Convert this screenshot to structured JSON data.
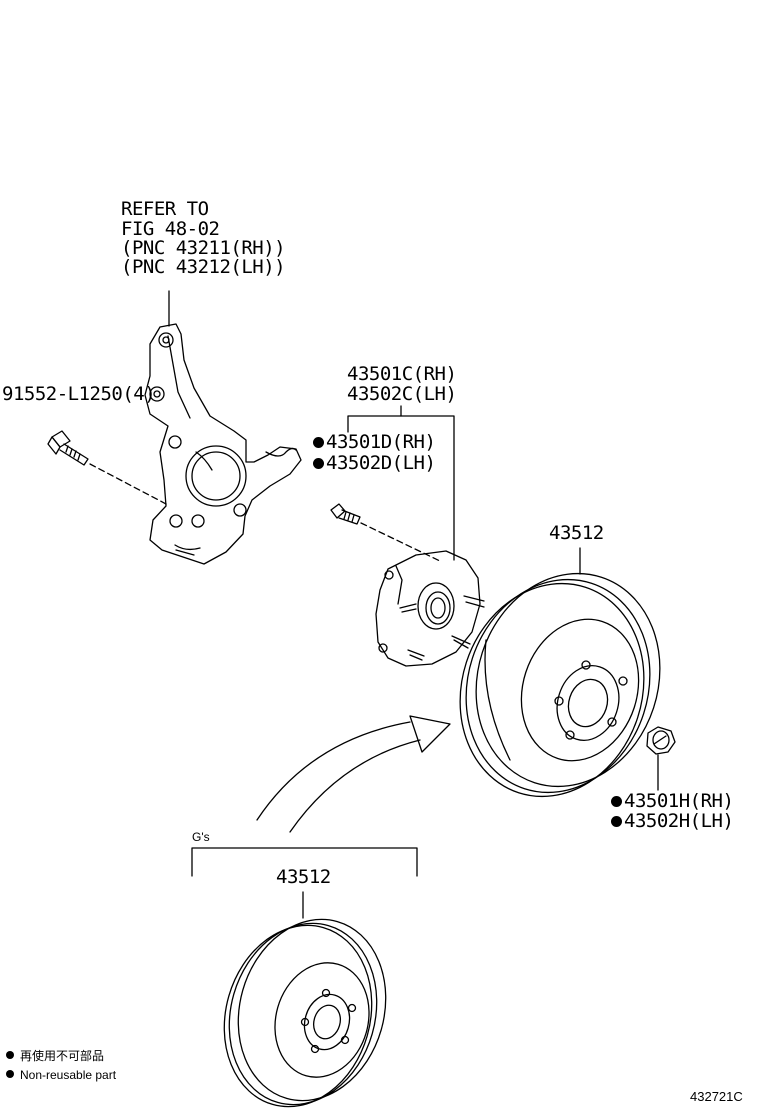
{
  "refer": {
    "line1": "REFER TO",
    "line2": "FIG 48-02",
    "line3": "(PNC 43211(RH))",
    "line4": "(PNC 43212(LH))"
  },
  "bolt_part": "91552-L1250(4)",
  "hub": {
    "rh": "43501C(RH)",
    "lh": "43502C(LH)"
  },
  "hub_bolt": {
    "rh": "43501D(RH)",
    "lh": "43502D(LH)"
  },
  "disc_top": "43512",
  "nut": {
    "rh": "43501H(RH)",
    "lh": "43502H(LH)"
  },
  "variant_label": "G's",
  "disc_bottom": "43512",
  "legend": {
    "line1": "再使用不可部品",
    "line2": "Non-reusable part"
  },
  "figure_code": "432721C"
}
